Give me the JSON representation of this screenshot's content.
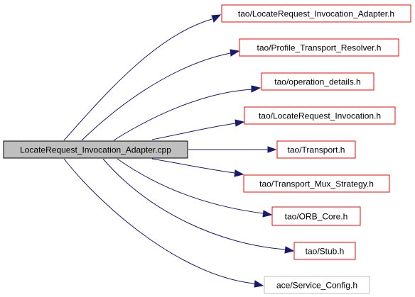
{
  "graph": {
    "source": {
      "label": "LocateRequest_Invocation_Adapter.cpp",
      "fill_color": "#bfbfbf",
      "border_color": "#000000"
    },
    "targets": [
      {
        "id": "locaterequest-invocation-adapter-h",
        "label": "tao/LocateRequest_Invocation_Adapter.h",
        "border_color": "#ff0000"
      },
      {
        "id": "profile-transport-resolver-h",
        "label": "tao/Profile_Transport_Resolver.h",
        "border_color": "#ff0000"
      },
      {
        "id": "operation-details-h",
        "label": "tao/operation_details.h",
        "border_color": "#ff0000"
      },
      {
        "id": "locaterequest-invocation-h",
        "label": "tao/LocateRequest_Invocation.h",
        "border_color": "#ff0000"
      },
      {
        "id": "transport-h",
        "label": "tao/Transport.h",
        "border_color": "#ff0000"
      },
      {
        "id": "transport-mux-strategy-h",
        "label": "tao/Transport_Mux_Strategy.h",
        "border_color": "#ff0000"
      },
      {
        "id": "orb-core-h",
        "label": "tao/ORB_Core.h",
        "border_color": "#ff0000"
      },
      {
        "id": "stub-h",
        "label": "tao/Stub.h",
        "border_color": "#ff0000"
      },
      {
        "id": "service-config-h",
        "label": "ace/Service_Config.h",
        "border_color": "#bfbfbf"
      }
    ],
    "edge_color": "#191970"
  }
}
